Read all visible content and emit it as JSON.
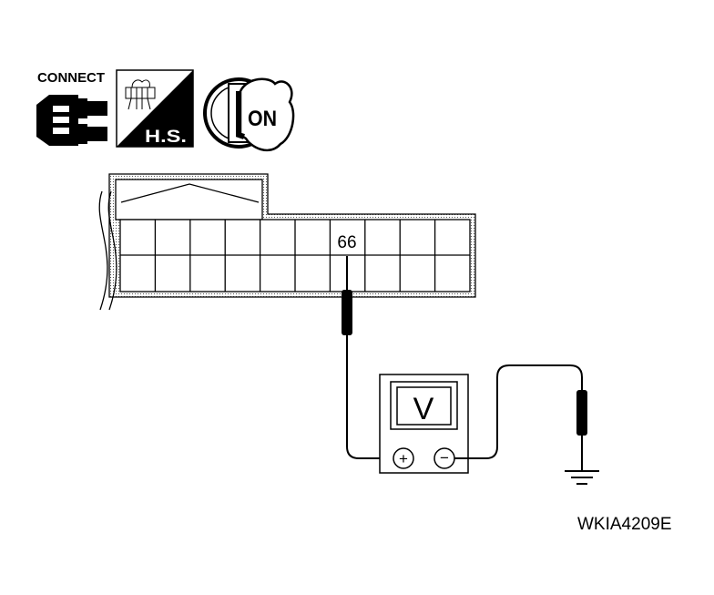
{
  "icons": {
    "connect": {
      "label": "CONNECT",
      "icon": "connector-icon"
    },
    "harness_side": {
      "label": "H.S.",
      "icon": "harness-side-icon"
    },
    "ignition": {
      "label": "ON",
      "icon": "ignition-key-on-icon"
    }
  },
  "connector": {
    "terminal_label": "66"
  },
  "meter": {
    "display": "V",
    "positive_symbol": "+",
    "negative_symbol": "−"
  },
  "ground": {
    "icon": "ground-icon"
  },
  "figure_id": "WKIA4209E"
}
